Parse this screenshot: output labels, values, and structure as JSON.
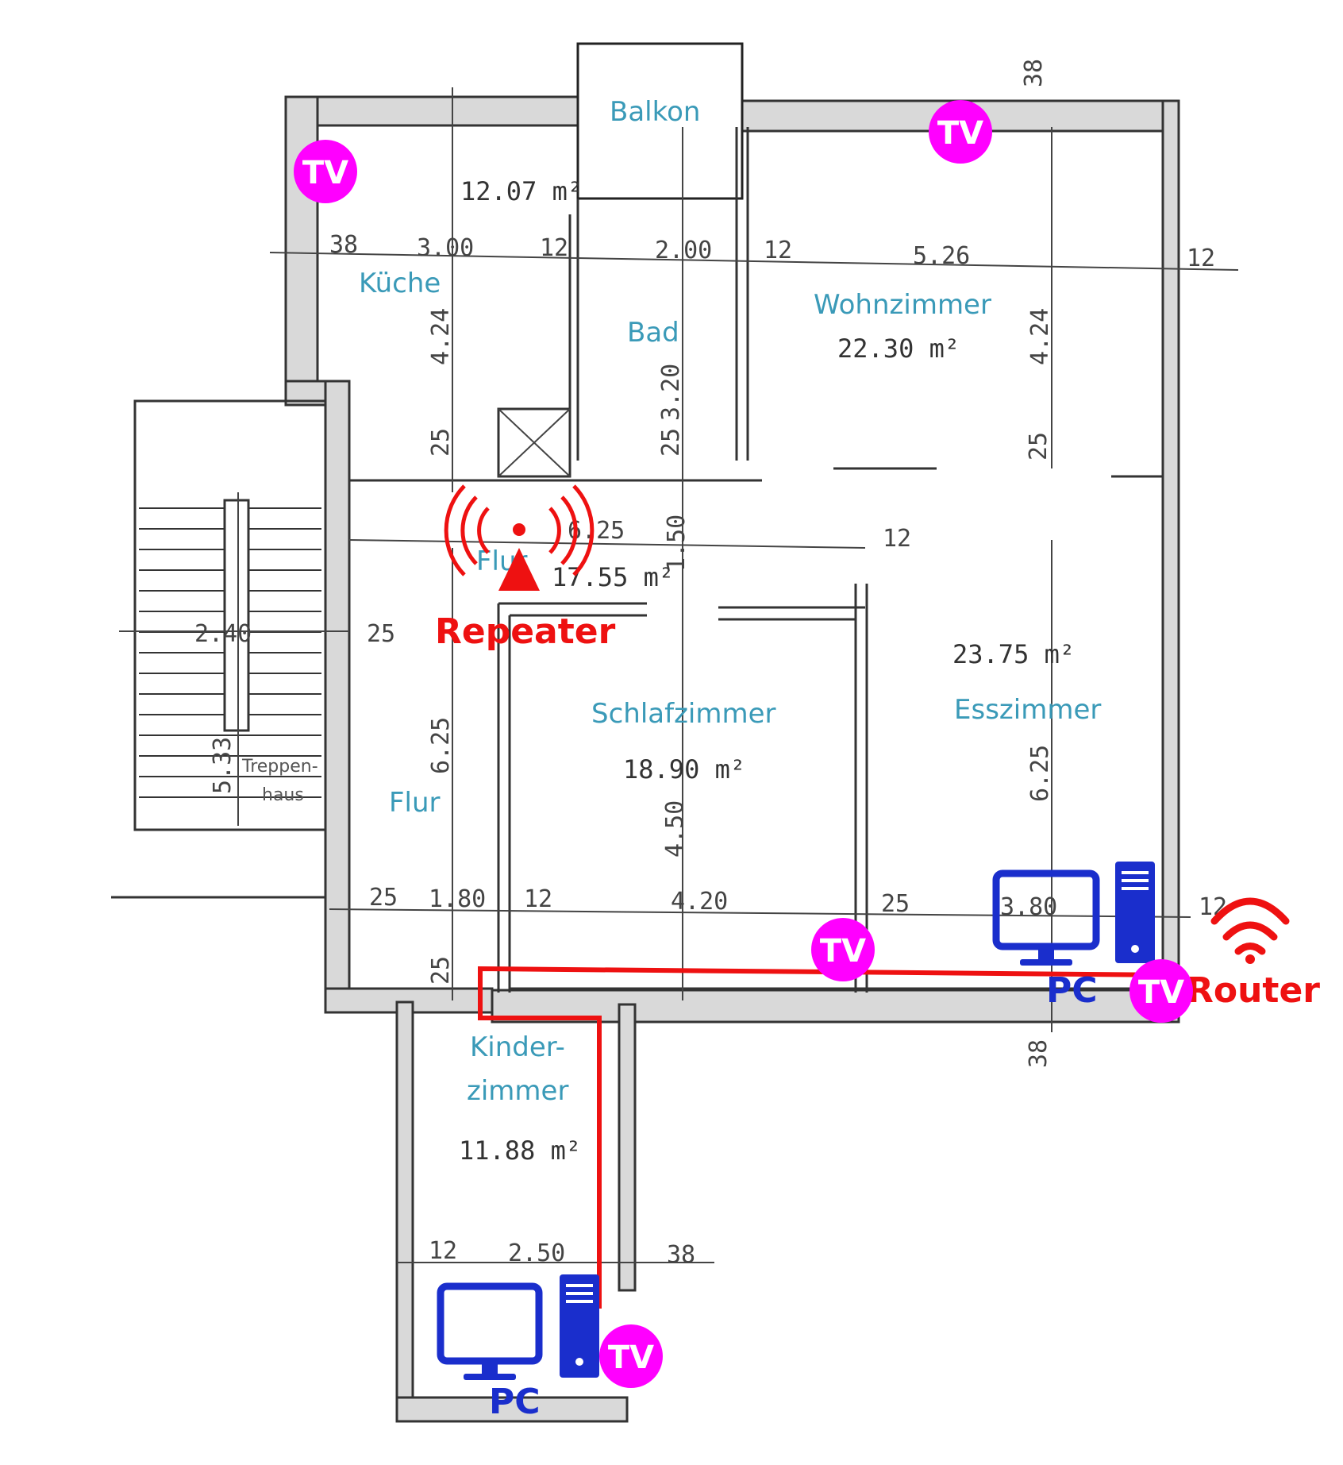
{
  "rooms": {
    "balkon": "Balkon",
    "kueche": "Küche",
    "bad": "Bad",
    "wohnzimmer": "Wohnzimmer",
    "flur_upper": "Flur",
    "flur_lower": "Flur",
    "schlafzimmer": "Schlafzimmer",
    "esszimmer": "Esszimmer",
    "treppenhaus_line1": "Treppen-",
    "treppenhaus_line2": "haus",
    "kinderzimmer_line1": "Kinder-",
    "kinderzimmer_line2": "zimmer"
  },
  "areas": {
    "kueche": "12.07 m²",
    "wohnzimmer": "22.30 m²",
    "flur": "17.55 m²",
    "esszimmer": "23.75 m²",
    "schlafzimmer": "18.90 m²",
    "kinderzimmer": "11.88 m²"
  },
  "dimensions": {
    "top_38": "38",
    "kueche_left_38": "38",
    "kueche_width": "3.00",
    "kueche_bad_12": "12",
    "bad_width": "2.00",
    "bad_wohn_12": "12",
    "wohn_width": "5.26",
    "right_12": "12",
    "kueche_height": "4.24",
    "wohn_height": "4.24",
    "bad_height": "3.20",
    "kueche_25": "25",
    "bad_25": "25",
    "wohn_25": "25",
    "flur_width": "6.25",
    "flur_height": "1.50",
    "ess_12": "12",
    "stair_width": "2.40",
    "stair_25": "25",
    "stair_height": "5.33",
    "flur_vertical": "6.25",
    "bottom_25": "25",
    "bottom_180": "1.80",
    "bottom_12": "12",
    "schlaf_width": "4.20",
    "schlaf_25": "25",
    "ess_width": "3.80",
    "bottom_right_12": "12",
    "schlaf_height": "4.50",
    "ess_height": "6.25",
    "kinder_25": "25",
    "bottom_38": "38",
    "kinder_12": "12",
    "kinder_width": "2.50",
    "kinder_38": "38"
  },
  "devices": {
    "tv_label": "TV",
    "repeater_label": "Repeater",
    "router_label": "Router",
    "pc_label_main": "PC",
    "pc_label_kinder": "PC"
  },
  "colors": {
    "tv": "#ff00ff",
    "cable": "#ee1111",
    "pc": "#1a2ecc",
    "room_text": "#3a9ab8"
  }
}
